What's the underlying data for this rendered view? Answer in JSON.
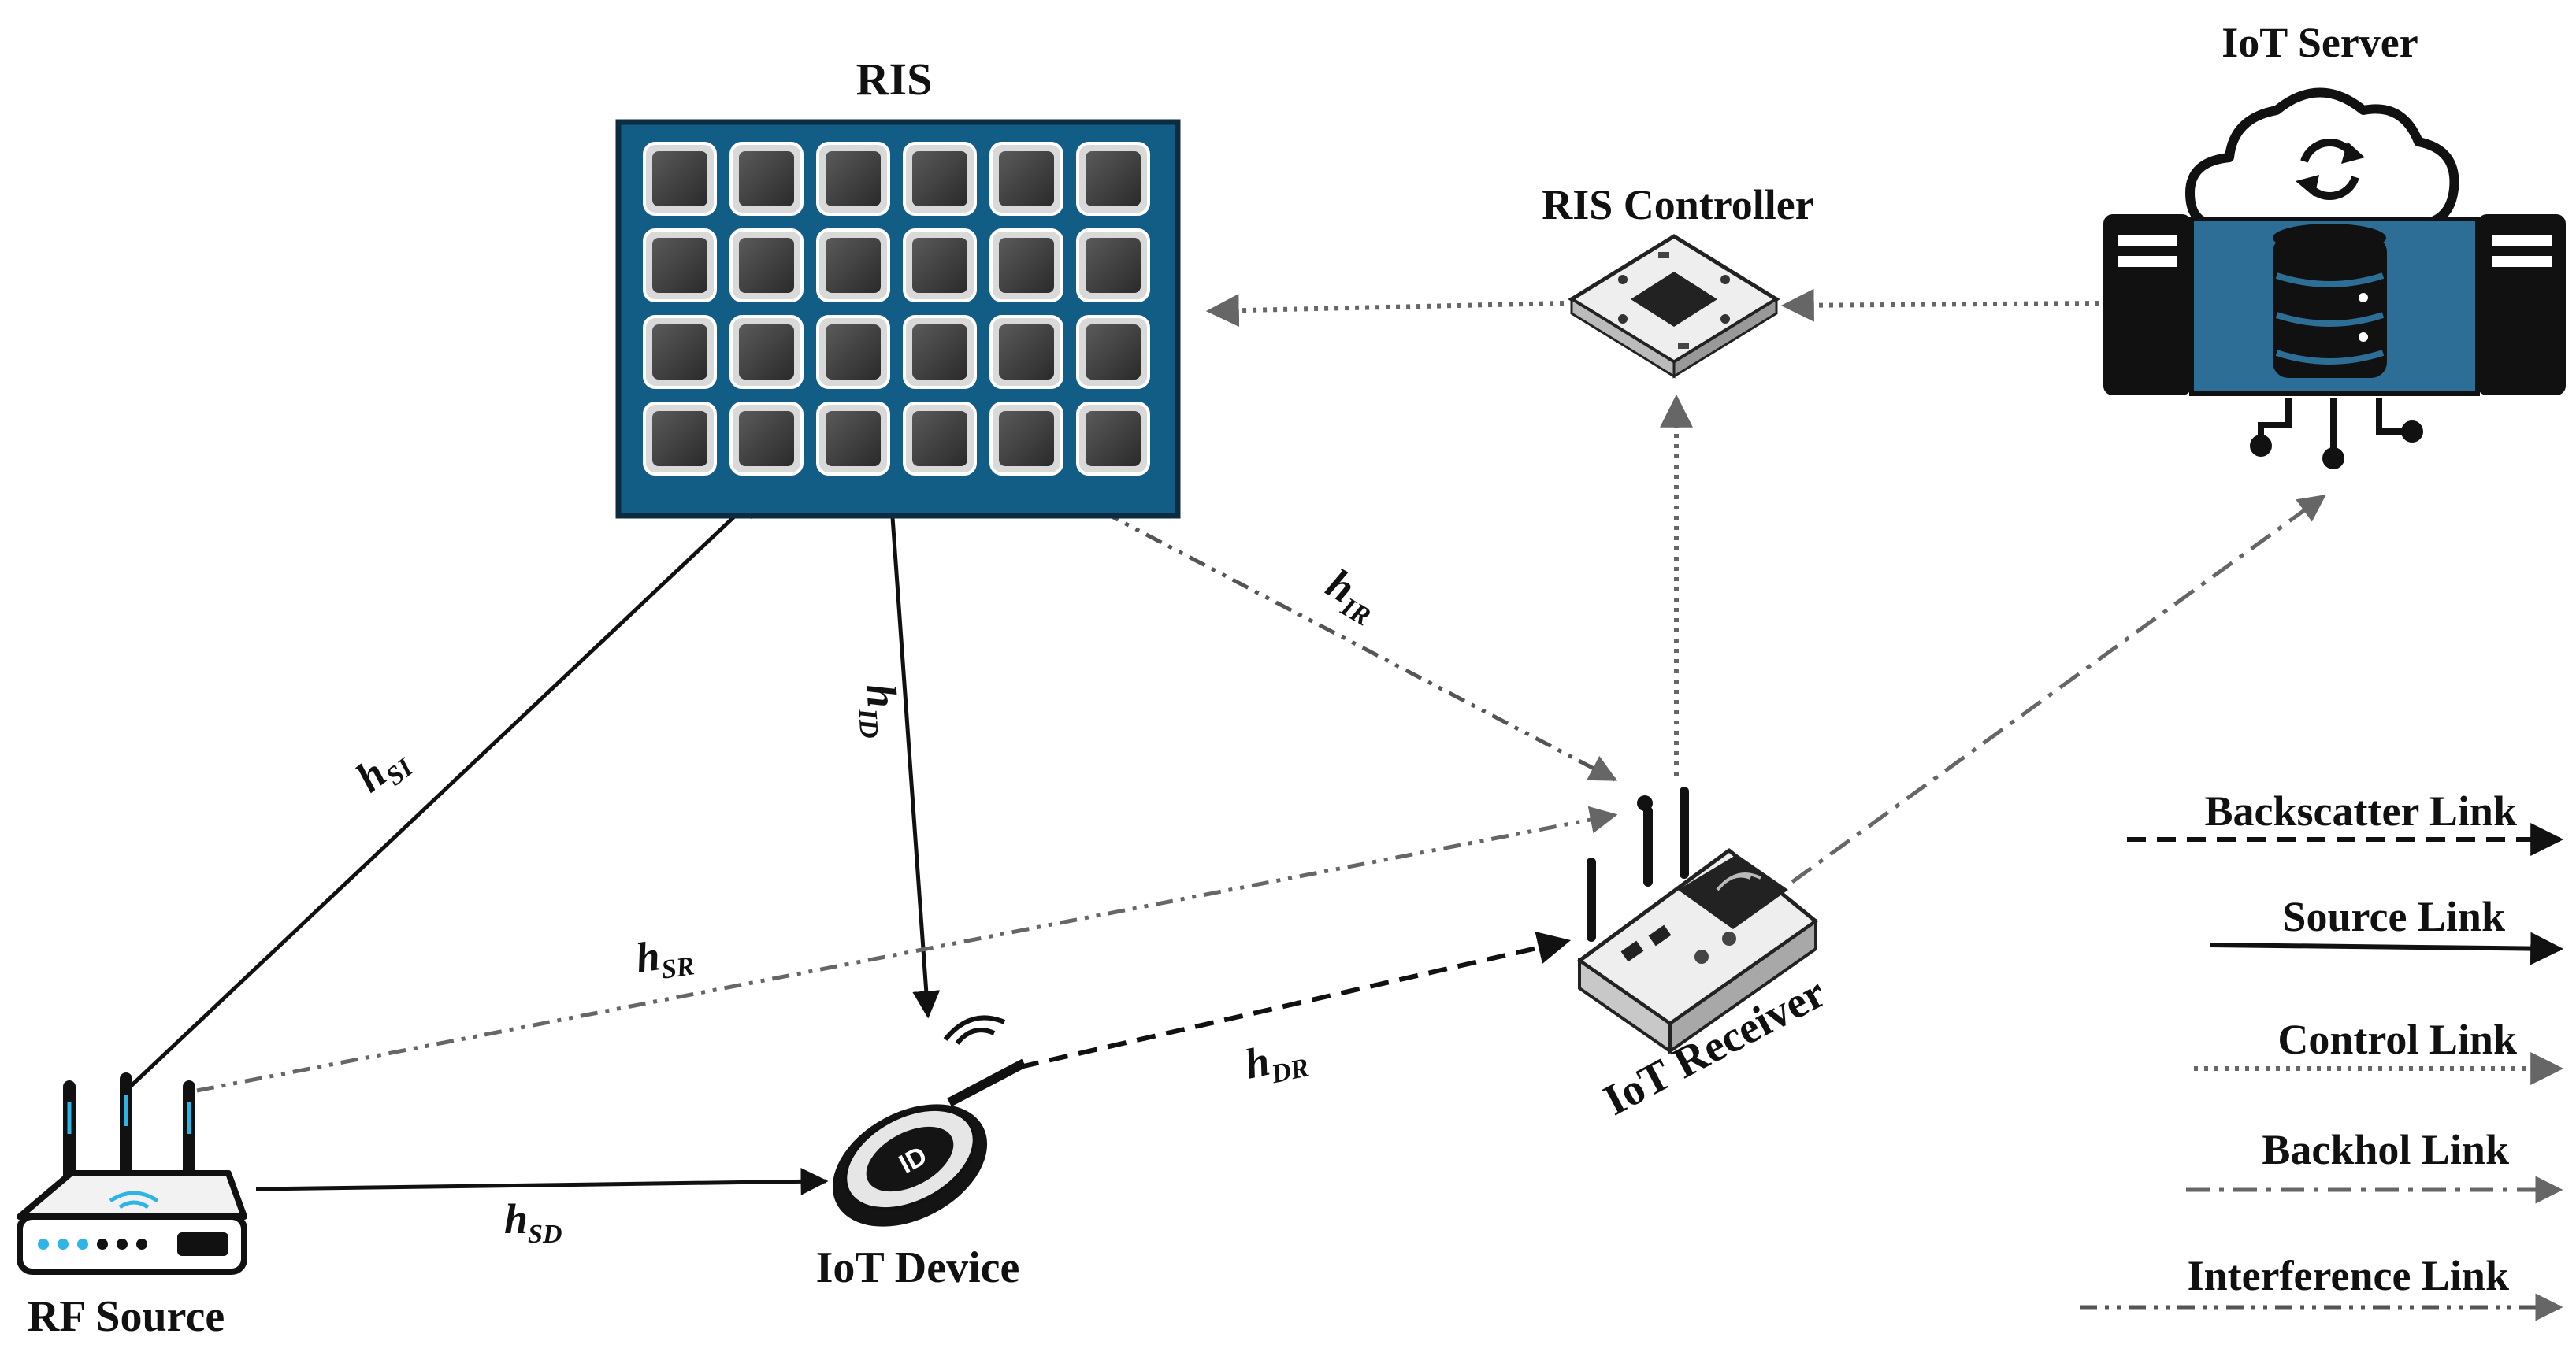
{
  "nodes": {
    "ris": "RIS",
    "ris_controller": "RIS Controller",
    "iot_server": "IoT Server",
    "rf_source": "RF Source",
    "iot_device": "IoT Device",
    "iot_receiver": "IoT Receiver",
    "device_tag_text": "ID"
  },
  "channels": {
    "h_si": {
      "main": "h",
      "sub": "SI"
    },
    "h_id": {
      "main": "h",
      "sub": "ID"
    },
    "h_ir": {
      "main": "h",
      "sub": "IR"
    },
    "h_sr": {
      "main": "h",
      "sub": "SR"
    },
    "h_dr": {
      "main": "h",
      "sub": "DR"
    },
    "h_sd": {
      "main": "h",
      "sub": "SD"
    }
  },
  "legend": [
    {
      "label": "Backscatter Link",
      "style": "dashed",
      "color": "#111111"
    },
    {
      "label": "Source Link",
      "style": "solid",
      "color": "#111111"
    },
    {
      "label": "Control Link",
      "style": "dotted",
      "color": "#666666"
    },
    {
      "label": "Backhol Link",
      "style": "dash-dot",
      "color": "#666666"
    },
    {
      "label": "Interference Link",
      "style": "dash-dot-dot",
      "color": "#555555"
    }
  ],
  "colors": {
    "ris_panel": "#125d86",
    "ris_border": "#0d2c42",
    "server_blue": "#2d6e96",
    "device_black": "#141414",
    "router_accent": "#2fb4e6",
    "link_dark": "#111111",
    "link_gray": "#666666"
  }
}
